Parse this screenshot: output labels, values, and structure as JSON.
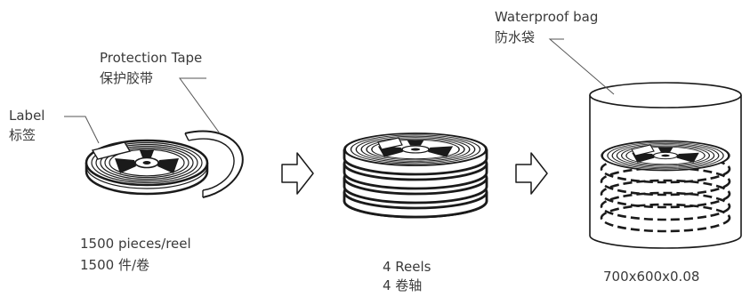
{
  "labels": {
    "label_en": "Label",
    "label_cn": "标签",
    "protection_tape_en": "Protection Tape",
    "protection_tape_cn": "保护胶带",
    "reel_qty_en": "1500 pieces/reel",
    "reel_qty_cn": "1500 件/卷",
    "stack_en": "4 Reels",
    "stack_cn": "4 卷轴",
    "bag_en": "Waterproof bag",
    "bag_cn": "防水袋",
    "bag_size": "700x600x0.08"
  },
  "colors": {
    "line": "#1a1a1a",
    "text": "#3a3a3a",
    "leader": "#555555"
  },
  "icons": [
    "reel-icon",
    "protection-tape-icon",
    "arrow-right-icon",
    "stacked-reels-icon",
    "waterproof-bag-icon"
  ]
}
